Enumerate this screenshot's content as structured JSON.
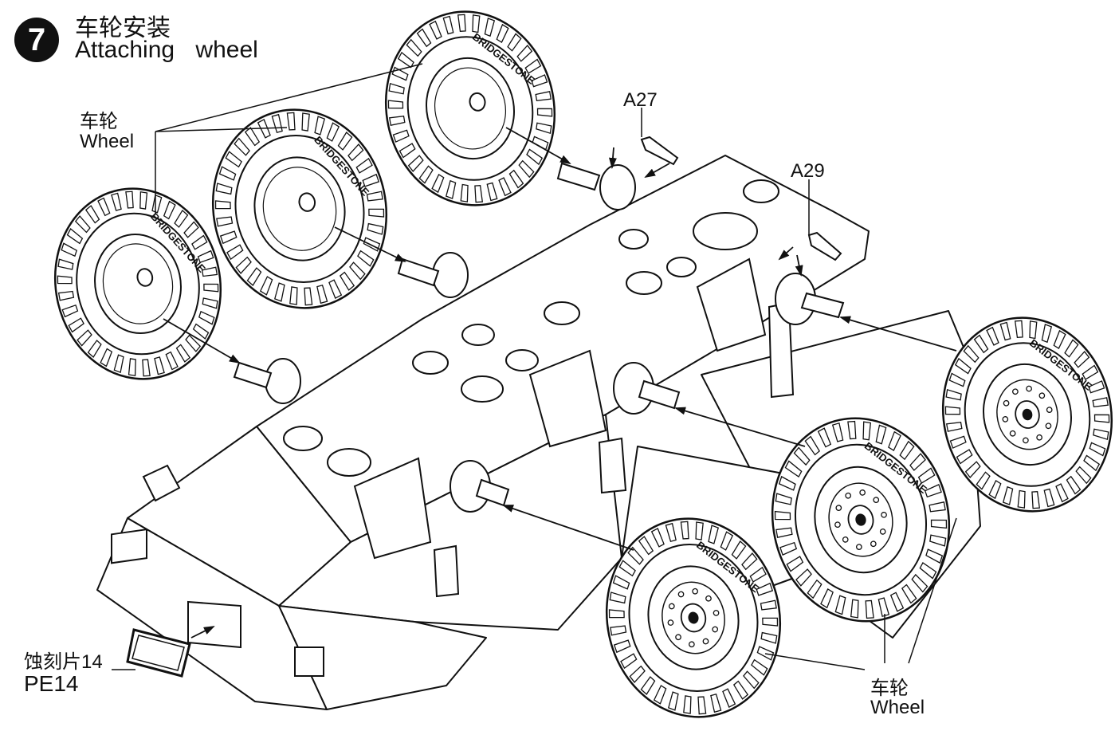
{
  "step": {
    "number": "7",
    "title_cn": "车轮安装",
    "title_en": "Attaching   wheel"
  },
  "callouts": {
    "wheel_top": {
      "cn": "车轮",
      "en": "Wheel"
    },
    "wheel_bottom": {
      "cn": "车轮",
      "en": "Wheel"
    },
    "part_a27": "A27",
    "part_a29": "A29",
    "photo_etch": {
      "cn": "蚀刻片14",
      "en": "PE14"
    }
  },
  "tire_brand": "BRIDGESTONE",
  "colors": {
    "ink": "#111111",
    "paper": "#ffffff"
  }
}
